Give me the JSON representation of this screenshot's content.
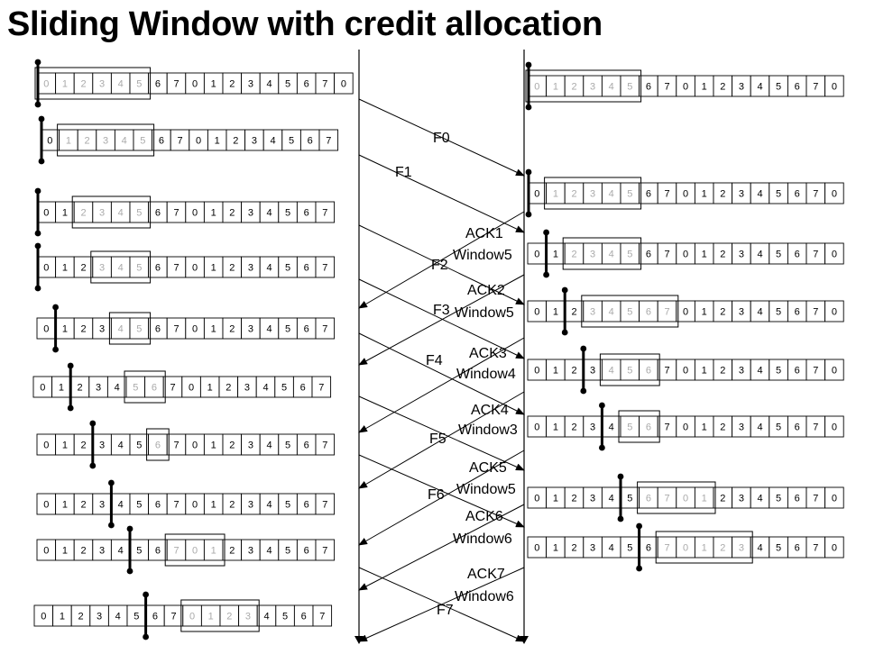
{
  "title": "Sliding Window with credit allocation",
  "sequence": [
    "0",
    "1",
    "2",
    "3",
    "4",
    "5",
    "6",
    "7",
    "0",
    "1",
    "2",
    "3",
    "4",
    "5",
    "6",
    "7",
    "0"
  ],
  "colors": {
    "faded": "#aaaaaa",
    "line": "#000000"
  },
  "sender_rows": [
    {
      "cells": 17,
      "window": [
        0,
        5
      ],
      "pointer": 0
    },
    {
      "cells": 16,
      "window": [
        1,
        5
      ],
      "pointer": 0
    },
    {
      "cells": 16,
      "window": [
        2,
        5
      ],
      "pointer": 0
    },
    {
      "cells": 16,
      "window": [
        3,
        5
      ],
      "pointer": 0
    },
    {
      "cells": 16,
      "window": [
        4,
        5
      ],
      "pointer": 1
    },
    {
      "cells": 16,
      "window": [
        5,
        6
      ],
      "pointer": 2
    },
    {
      "cells": 16,
      "window": [
        6,
        6
      ],
      "pointer": 3
    },
    {
      "cells": 16,
      "window": null,
      "pointer": 4
    },
    {
      "cells": 16,
      "window": [
        7,
        9
      ],
      "pointer": 5
    },
    {
      "cells": 16,
      "window": [
        8,
        11
      ],
      "pointer": 6
    }
  ],
  "receiver_rows": [
    {
      "cells": 17,
      "window": [
        0,
        5
      ],
      "pointer": 0
    },
    {
      "cells": 17,
      "window": [
        1,
        5
      ],
      "pointer": 0
    },
    {
      "cells": 17,
      "window": [
        2,
        5
      ],
      "pointer": 1
    },
    {
      "cells": 17,
      "window": [
        3,
        7
      ],
      "pointer": 2
    },
    {
      "cells": 17,
      "window": [
        4,
        6
      ],
      "pointer": 3
    },
    {
      "cells": 17,
      "window": [
        5,
        6
      ],
      "pointer": 4
    },
    {
      "cells": 17,
      "window": [
        6,
        9
      ],
      "pointer": 5
    },
    {
      "cells": 17,
      "window": [
        7,
        11
      ],
      "pointer": 6
    }
  ],
  "frames": [
    "F0",
    "F1",
    "F2",
    "F3",
    "F4",
    "F5",
    "F6",
    "F7"
  ],
  "acks": [
    {
      "ack": "ACK1",
      "window": "Window5"
    },
    {
      "ack": "ACK2",
      "window": "Window5"
    },
    {
      "ack": "ACK3",
      "window": "Window4"
    },
    {
      "ack": "ACK4",
      "window": "Window3"
    },
    {
      "ack": "ACK5",
      "window": "Window5"
    },
    {
      "ack": "ACK6",
      "window": "Window6"
    },
    {
      "ack": "ACK7",
      "window": "Window6"
    }
  ]
}
